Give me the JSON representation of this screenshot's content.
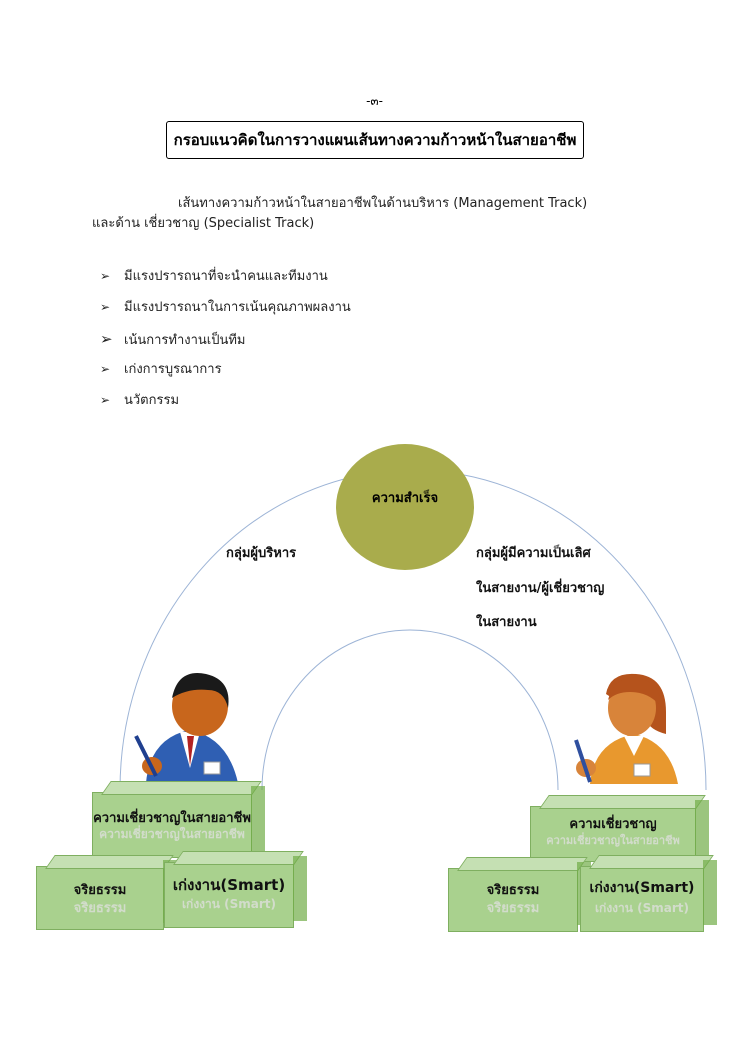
{
  "page_number": "-๓-",
  "title": "กรอบแนวคิดในการวางแผนเส้นทางความก้าวหน้าในสายอาชีพ",
  "intro_line1": "เส้นทางความก้าวหน้าในสายอาชีพในด้านบริหาร  (Management Track)",
  "intro_line2": "และด้าน เชี่ยวชาญ  (Specialist Track)",
  "bullets": [
    "มีแรงปรารถนาที่จะนำคนและทีมงาน",
    "มีแรงปรารถนาในการเน้นคุณภาพผลงาน",
    "เน้นการทำงานเป็นทีม",
    "เก่งการบูรณาการ",
    "นวัตกรรม"
  ],
  "bullet_icon": "arrow-bullet-icon",
  "diagram": {
    "center_label": "ความสำเร็จ",
    "left_group": "กลุ่มผู้บริหาร",
    "right_group_line1": "กลุ่มผู้มีความเป็นเลิศ",
    "right_group_line2": "ในสายงาน/ผู้เชี่ยวชาญ",
    "right_group_line3": "ในสายงาน",
    "left_top_box": "ความเชี่ยวชาญในสายอาชีพ",
    "left_bottom_left_box": "จริยธรรม",
    "left_bottom_right_box": "เก่งงาน(Smart)",
    "left_bottom_right_reflection": "เก่งงาน (Smart)",
    "right_top_box": "ความเชี่ยวชาญ",
    "right_top_reflection": "ความเชี่ยวชาญในสายอาชีพ",
    "right_bottom_left_box": "จริยธรรม",
    "right_bottom_right_box": "เก่งงาน(Smart)",
    "right_bottom_right_reflection": "เก่งงาน (Smart)",
    "circle_color": "#a9ac4c",
    "box_color": "#a9d18e",
    "left_person_icon": "businessman-icon",
    "right_person_icon": "businesswoman-icon"
  }
}
